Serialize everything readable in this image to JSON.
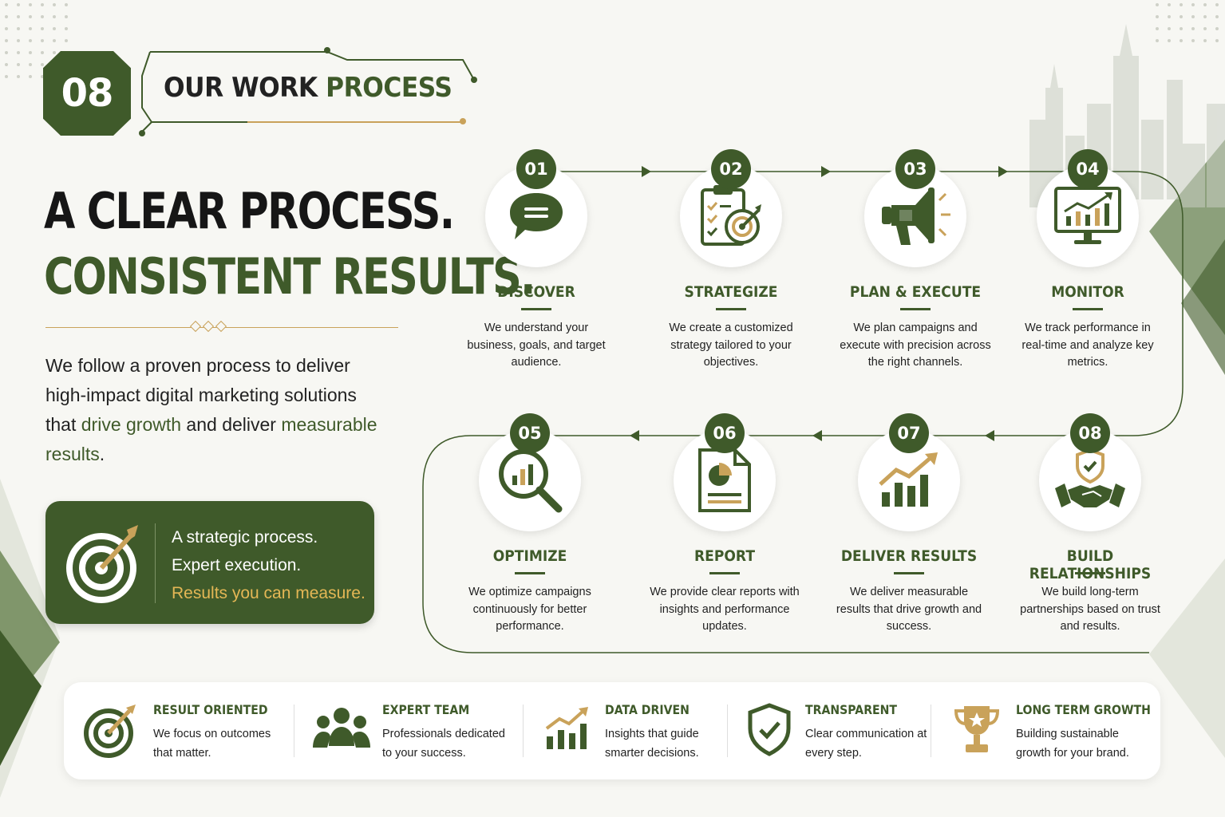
{
  "header": {
    "badge_number": "08",
    "title_part1": "OUR WORK",
    "title_part2": "PROCESS"
  },
  "hero": {
    "line1": "A CLEAR PROCESS.",
    "line2": "CONSISTENT RESULTS."
  },
  "intro": {
    "text1": "We follow a proven process to deliver high-impact digital marketing solutions that ",
    "highlight1": "drive growth",
    "text2": " and deliver ",
    "highlight2": "measurable results",
    "text3": "."
  },
  "callout": {
    "line1": "A strategic process.",
    "line2": "Expert execution.",
    "line3": "Results you can measure.",
    "icon": "target-icon"
  },
  "steps": [
    {
      "num": "01",
      "label": "DISCOVER",
      "icon": "chat-bubble-icon",
      "desc": "We understand your business, goals, and target audience."
    },
    {
      "num": "02",
      "label": "STRATEGIZE",
      "icon": "clipboard-target-icon",
      "desc": "We create a customized strategy tailored to your objectives."
    },
    {
      "num": "03",
      "label": "PLAN & EXECUTE",
      "icon": "megaphone-icon",
      "desc": "We plan campaigns and execute with precision across the right channels."
    },
    {
      "num": "04",
      "label": "MONITOR",
      "icon": "monitor-chart-icon",
      "desc": "We track performance in real-time and analyze key metrics."
    },
    {
      "num": "05",
      "label": "OPTIMIZE",
      "icon": "magnifier-chart-icon",
      "desc": "We optimize campaigns continuously for better performance."
    },
    {
      "num": "06",
      "label": "REPORT",
      "icon": "report-document-icon",
      "desc": "We provide clear reports with insights and performance updates."
    },
    {
      "num": "07",
      "label": "DELIVER RESULTS",
      "icon": "growth-chart-icon",
      "desc": "We deliver measurable results that drive growth and success."
    },
    {
      "num": "08",
      "label": "BUILD RELATIONSHIPS",
      "icon": "handshake-shield-icon",
      "desc": "We build long-term partnerships based on trust and results."
    }
  ],
  "features": [
    {
      "title": "RESULT ORIENTED",
      "desc": "We focus on outcomes that matter.",
      "icon": "target-icon"
    },
    {
      "title": "EXPERT TEAM",
      "desc": "Professionals dedicated to your success.",
      "icon": "team-icon"
    },
    {
      "title": "DATA DRIVEN",
      "desc": "Insights that guide smarter decisions.",
      "icon": "growth-chart-icon"
    },
    {
      "title": "TRANSPARENT",
      "desc": "Clear communication at every step.",
      "icon": "shield-check-icon"
    },
    {
      "title": "LONG TERM GROWTH",
      "desc": "Building sustainable growth for your brand.",
      "icon": "trophy-icon"
    }
  ],
  "colors": {
    "primary": "#3f5a2a",
    "gold": "#c9a25a",
    "background": "#f7f7f3"
  }
}
